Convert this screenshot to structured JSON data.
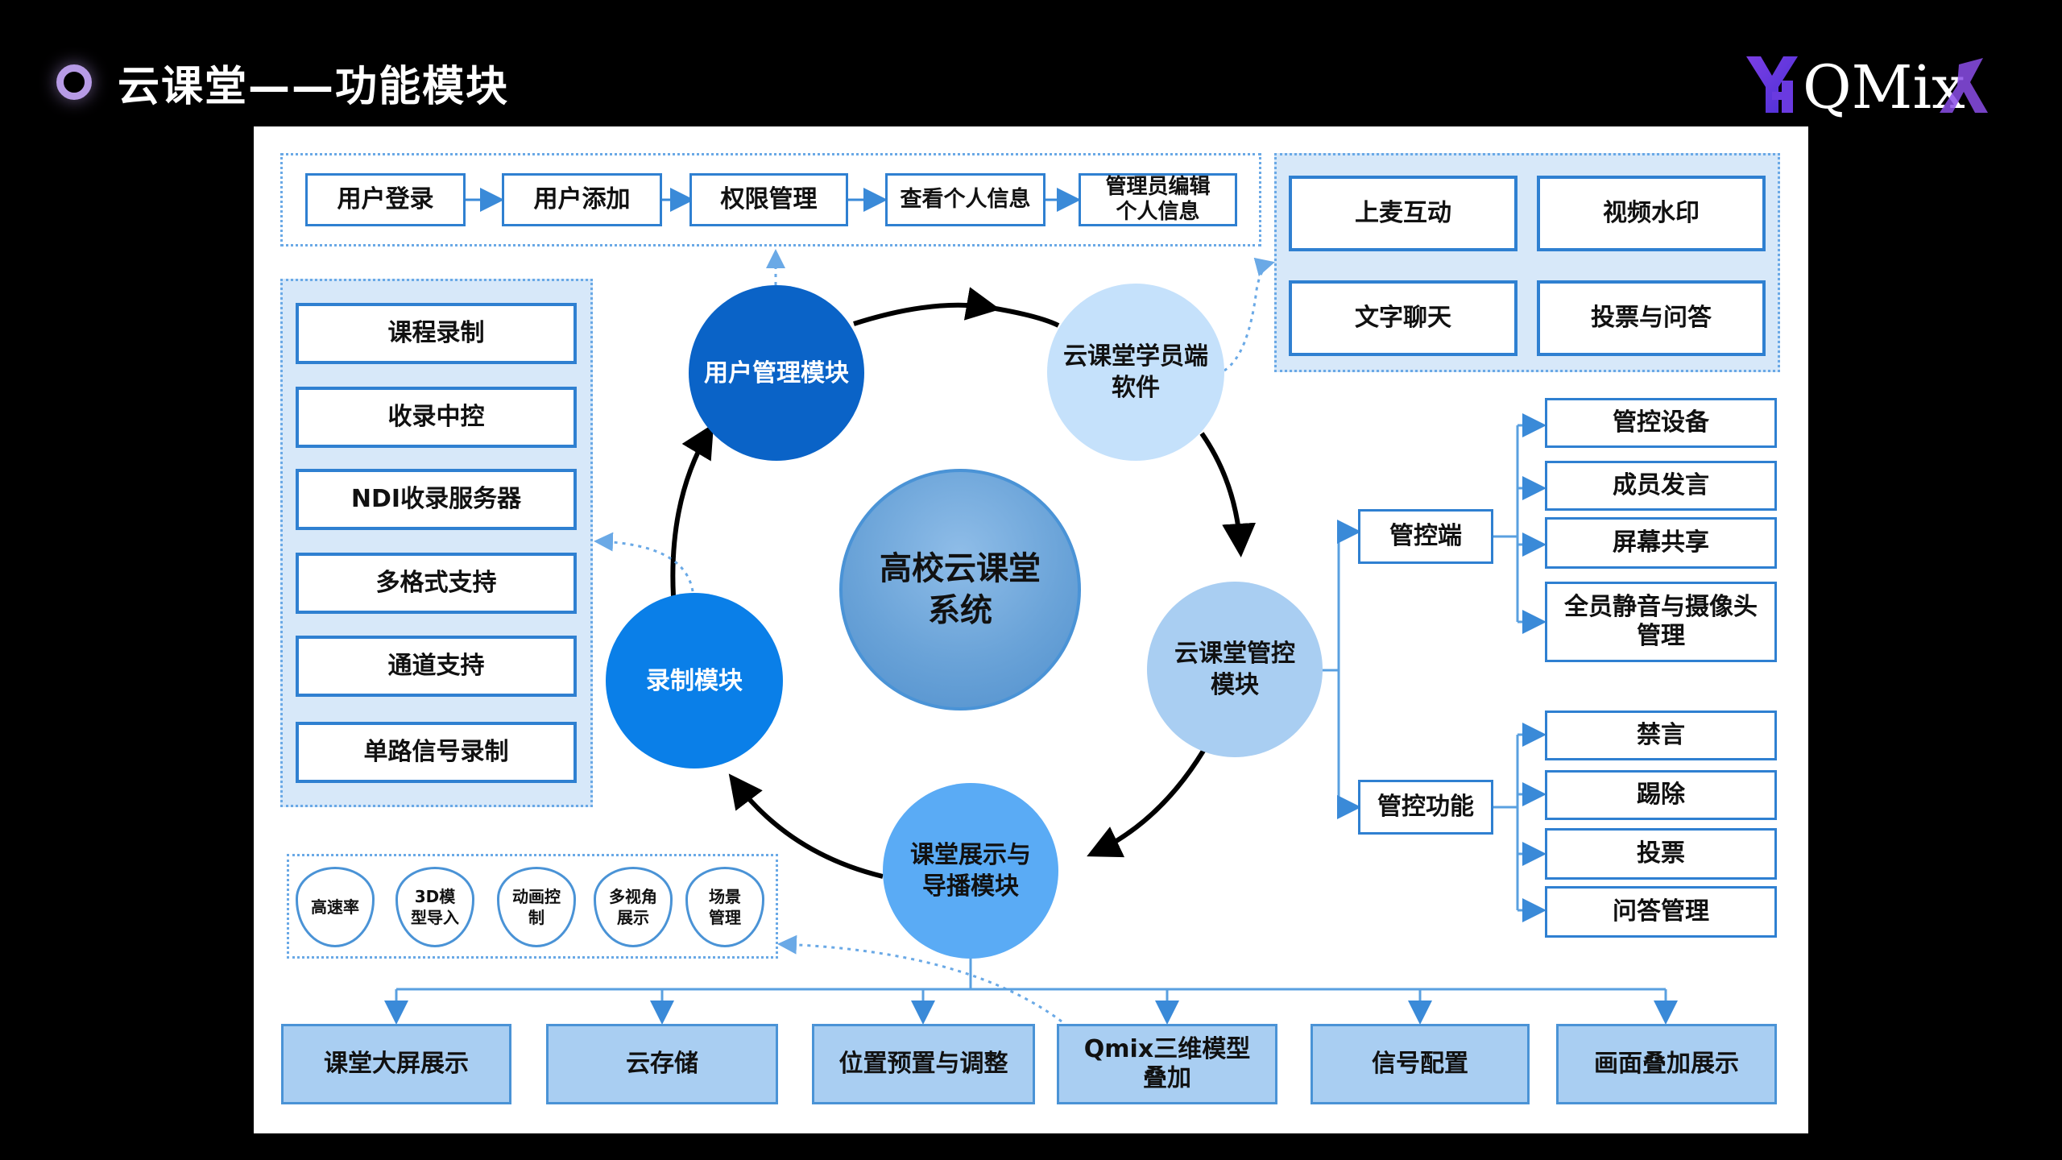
{
  "header": {
    "title": "云课堂——功能模块",
    "logo_text": "QMix"
  },
  "colors": {
    "dark_blue": "#0a63c7",
    "mid_blue": "#0a7fe8",
    "light_blue": "#5aabf5",
    "pale_blue": "#c5e1fb",
    "box_border": "#2f80d1",
    "group_fill": "#d7e8f9",
    "accent_purple": "#b79be6"
  },
  "center": {
    "line1": "高校云课堂",
    "line2": "系统"
  },
  "modules": {
    "user": "用户管理模块",
    "student": {
      "line1": "云课堂学员端",
      "line2": "软件"
    },
    "control": {
      "line1": "云课堂管控",
      "line2": "模块"
    },
    "display": {
      "line1": "课堂展示与",
      "line2": "导播模块"
    },
    "record": "录制模块"
  },
  "user_flow": [
    "用户登录",
    "用户添加",
    "权限管理",
    "查看个人信息",
    {
      "line1": "管理员编辑",
      "line2": "个人信息"
    }
  ],
  "student_features": [
    "上麦互动",
    "视频水印",
    "文字聊天",
    "投票与问答"
  ],
  "record_features": [
    "课程录制",
    "收录中控",
    "NDI收录服务器",
    "多格式支持",
    "通道支持",
    "单路信号录制"
  ],
  "control": {
    "terminal": "管控端",
    "terminal_items": [
      "管控设备",
      "成员发言",
      "屏幕共享",
      {
        "line1": "全员静音与摄像头",
        "line2": "管理"
      }
    ],
    "function": "管控功能",
    "function_items": [
      "禁言",
      "踢除",
      "投票",
      "问答管理"
    ]
  },
  "qmix_features": [
    {
      "line1": "高速率",
      "line2": ""
    },
    {
      "line1": "3D模",
      "line2": "型导入"
    },
    {
      "line1": "动画控",
      "line2": "制"
    },
    {
      "line1": "多视角",
      "line2": "展示"
    },
    {
      "line1": "场景",
      "line2": "管理"
    }
  ],
  "display_outputs": [
    "课堂大屏展示",
    "云存储",
    "位置预置与调整",
    {
      "line1": "Qmix三维模型",
      "line2": "叠加"
    },
    "信号配置",
    "画面叠加展示"
  ]
}
